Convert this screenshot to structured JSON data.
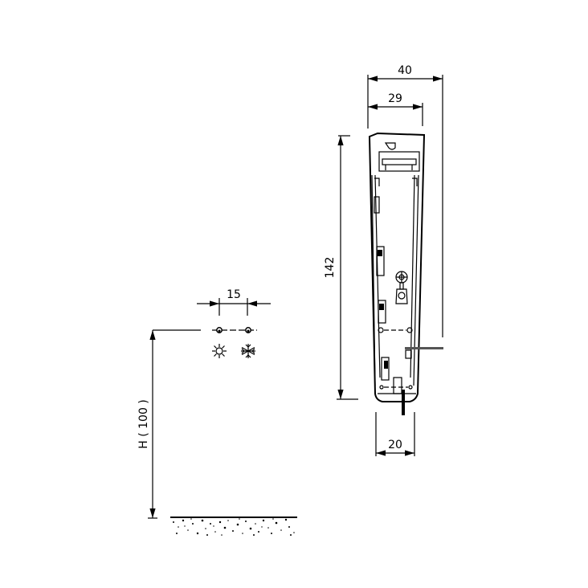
{
  "drawing": {
    "type": "technical-dimension-drawing",
    "dimensions": {
      "total_width": "40",
      "inner_width": "29",
      "height": "142",
      "bottom_width": "20",
      "sensor_spacing": "15",
      "mounting_height": "H ( 100 )"
    },
    "symbols": {
      "heat": "sun-icon",
      "cold": "snowflake-icon"
    },
    "colors": {
      "line": "#000000",
      "background": "#ffffff",
      "pipe": "#555555"
    }
  }
}
